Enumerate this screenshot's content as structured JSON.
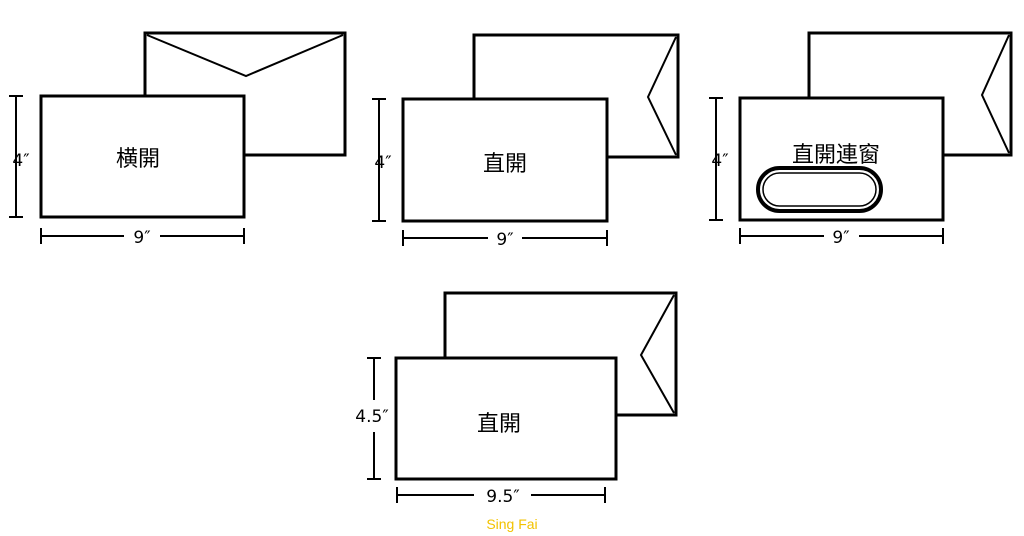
{
  "envelopes": [
    {
      "label": "横開",
      "width_label": "9″",
      "height_label": "4″",
      "flap": "top",
      "window": false
    },
    {
      "label": "直開",
      "width_label": "9″",
      "height_label": "4″",
      "flap": "side",
      "window": false
    },
    {
      "label": "直開連窗",
      "width_label": "9″",
      "height_label": "4″",
      "flap": "side",
      "window": true
    },
    {
      "label": "直開",
      "width_label": "9.5″",
      "height_label": "4.5″",
      "flap": "side",
      "window": false
    }
  ],
  "credit": "Sing Fai",
  "colors": {
    "stroke": "#000000",
    "background": "#ffffff",
    "credit": "#f2c200"
  }
}
